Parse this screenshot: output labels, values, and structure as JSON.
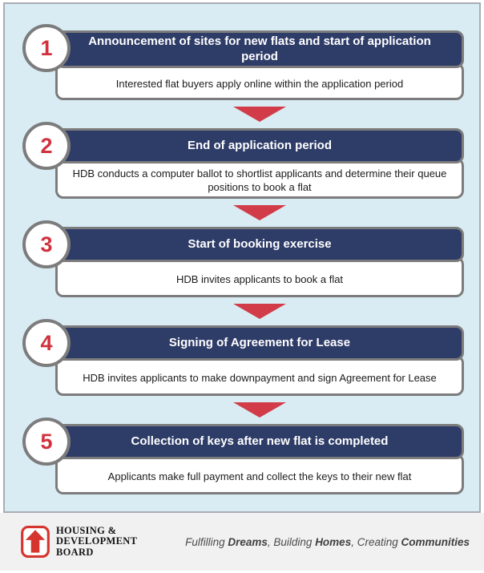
{
  "colors": {
    "panel_background": "#d9ecf4",
    "panel_border": "#a8adb3",
    "header_navy": "#2e3c68",
    "card_border_gray": "#7c7c7c",
    "arrow_red": "#d23c48",
    "number_red": "#d0323e",
    "footer_background": "#f1f1f1",
    "logo_red": "#d6352f"
  },
  "steps": [
    {
      "number": "1",
      "title": "Announcement of sites for new flats and start of application period",
      "description": "Interested flat buyers apply online within the application period"
    },
    {
      "number": "2",
      "title": "End of application period",
      "description": "HDB conducts a computer ballot to shortlist applicants and determine their queue positions to book a flat"
    },
    {
      "number": "3",
      "title": "Start of booking exercise",
      "description": "HDB invites applicants to book a flat"
    },
    {
      "number": "4",
      "title": "Signing of Agreement for Lease",
      "description": "HDB invites applicants to make downpayment and sign Agreement for Lease"
    },
    {
      "number": "5",
      "title": "Collection of keys after new flat is completed",
      "description": "Applicants make full payment and collect the keys to their new flat"
    }
  ],
  "footer": {
    "logo_line1": "HOUSING &",
    "logo_line2": "DEVELOPMENT",
    "logo_line3": "BOARD",
    "tagline_part1": "Fulfilling ",
    "tagline_bold1": "Dreams",
    "tagline_part2": ", Building ",
    "tagline_bold2": "Homes",
    "tagline_part3": ", Creating ",
    "tagline_bold3": "Communities"
  }
}
